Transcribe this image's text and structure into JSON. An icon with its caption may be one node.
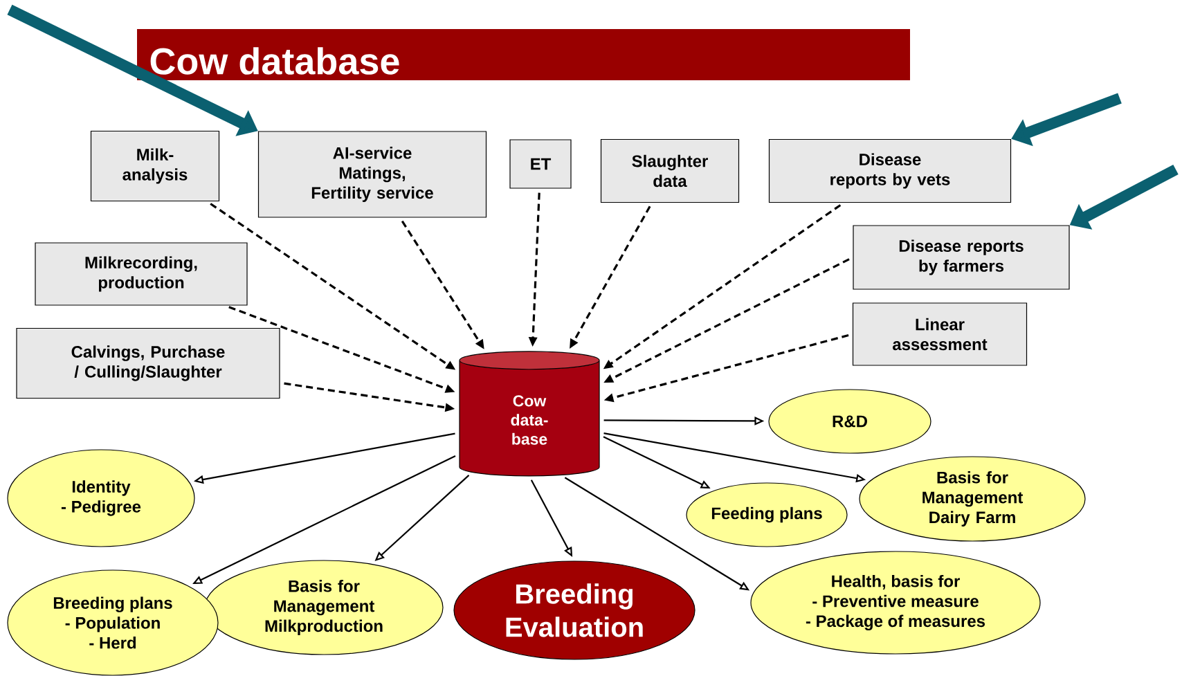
{
  "diagram": {
    "title": "Cow database",
    "nodes": [
      {
        "text": [
          "Milk-analysis"
        ]
      },
      {
        "text": [
          "AI-service Matings, Fertility service"
        ]
      },
      {
        "text": [
          "ET"
        ]
      },
      {
        "text": [
          "Slaughter data"
        ]
      },
      {
        "text": [
          "Disease reports by vets"
        ]
      },
      {
        "text": [
          "Milkrecording, production"
        ]
      },
      {
        "text": [
          "Disease reports by farmers"
        ]
      },
      {
        "text": [
          "Calvings, Purchase / Culling/Slaughter"
        ]
      },
      {
        "text": [
          "Linear assessment"
        ]
      },
      {
        "text": [
          "Cow data-base"
        ]
      },
      {
        "text": [
          "R&D"
        ]
      },
      {
        "text": [
          "Identity",
          "- Pedigree"
        ]
      },
      {
        "text": [
          "Basis for Management Dairy Farm"
        ]
      },
      {
        "text": [
          "Feeding plans"
        ]
      },
      {
        "text": [
          "Basis for Management Milkproduction"
        ]
      },
      {
        "text": [
          "Breeding plans",
          "- Population",
          "- Herd"
        ]
      },
      {
        "text": [
          "Breeding Evaluation"
        ]
      },
      {
        "text": [
          "Health, basis for",
          "- Preventive measure",
          "- Package of measures"
        ]
      }
    ],
    "edges": [
      {
        "from": 0,
        "to": 9,
        "arrow": "to",
        "style": "dashed"
      },
      {
        "from": 1,
        "to": 9,
        "arrow": "to",
        "style": "dashed"
      },
      {
        "from": 2,
        "to": 9,
        "arrow": "to",
        "style": "dashed"
      },
      {
        "from": 3,
        "to": 9,
        "arrow": "to",
        "style": "dashed"
      },
      {
        "from": 4,
        "to": 9,
        "arrow": "to",
        "style": "dashed"
      },
      {
        "from": 5,
        "to": 9,
        "arrow": "to",
        "style": "dashed"
      },
      {
        "from": 6,
        "to": 9,
        "arrow": "to",
        "style": "dashed"
      },
      {
        "from": 7,
        "to": 9,
        "arrow": "to",
        "style": "dashed"
      },
      {
        "from": 8,
        "to": 9,
        "arrow": "to",
        "style": "dashed"
      },
      {
        "from": 9,
        "to": 10,
        "arrow": "to"
      },
      {
        "from": 9,
        "to": 11,
        "arrow": "to"
      },
      {
        "from": 9,
        "to": 12,
        "arrow": "to"
      },
      {
        "from": 9,
        "to": 13,
        "arrow": "to"
      },
      {
        "from": 9,
        "to": 14,
        "arrow": "to"
      },
      {
        "from": 9,
        "to": 15,
        "arrow": "to"
      },
      {
        "from": 9,
        "to": 16,
        "arrow": "to"
      },
      {
        "from": 9,
        "to": 17,
        "arrow": "to"
      },
      {
        "from": null,
        "to": 1,
        "arrow": "to",
        "style": "thick",
        "color": "#0b6070"
      },
      {
        "from": null,
        "to": 4,
        "arrow": "to",
        "style": "thick",
        "color": "#0b6070"
      },
      {
        "from": null,
        "to": 6,
        "arrow": "to",
        "style": "thick",
        "color": "#0b6070"
      }
    ]
  }
}
